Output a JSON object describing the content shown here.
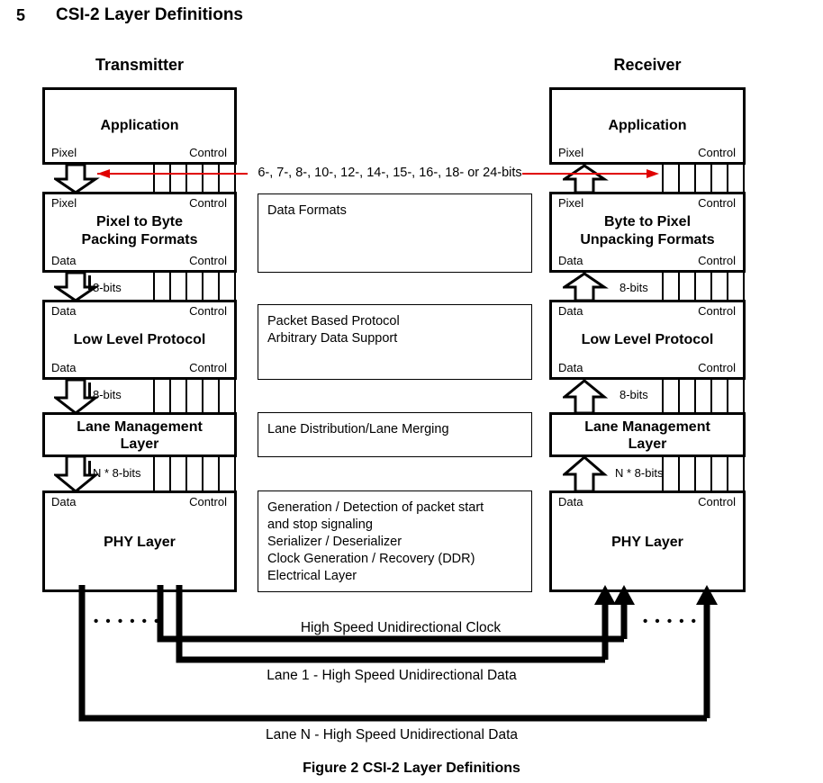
{
  "heading": {
    "number": "5",
    "title": "CSI-2 Layer Definitions"
  },
  "columns": {
    "transmitter": "Transmitter",
    "receiver": "Receiver"
  },
  "ports": {
    "pixel": "Pixel",
    "control": "Control",
    "data": "Data"
  },
  "transmitter": {
    "layers": [
      {
        "name": "Application",
        "line1": "Application",
        "line2": "",
        "tl": "",
        "tr": "",
        "bl": "Pixel",
        "br": "Control"
      },
      {
        "name": "Pixel to Byte Packing Formats",
        "line1": "Pixel to Byte",
        "line2": "Packing Formats",
        "tl": "Pixel",
        "tr": "Control",
        "bl": "Data",
        "br": "Control"
      },
      {
        "name": "Low Level Protocol",
        "line1": "Low Level Protocol",
        "line2": "",
        "tl": "Data",
        "tr": "Control",
        "bl": "Data",
        "br": "Control"
      },
      {
        "name": "Lane Management Layer",
        "line1": "Lane Management",
        "line2": "Layer",
        "tl": "",
        "tr": "",
        "bl": "",
        "br": ""
      },
      {
        "name": "PHY Layer",
        "line1": "PHY Layer",
        "line2": "",
        "tl": "Data",
        "tr": "Control",
        "bl": "",
        "br": ""
      }
    ],
    "bus_labels": [
      "8-bits",
      "8-bits",
      "N * 8-bits"
    ]
  },
  "receiver": {
    "layers": [
      {
        "name": "Application",
        "line1": "Application",
        "line2": "",
        "tl": "",
        "tr": "",
        "bl": "Pixel",
        "br": "Control"
      },
      {
        "name": "Byte to Pixel Unpacking Formats",
        "line1": "Byte to Pixel",
        "line2": "Unpacking Formats",
        "tl": "Pixel",
        "tr": "Control",
        "bl": "Data",
        "br": "Control"
      },
      {
        "name": "Low Level Protocol",
        "line1": "Low Level Protocol",
        "line2": "",
        "tl": "Data",
        "tr": "Control",
        "bl": "Data",
        "br": "Control"
      },
      {
        "name": "Lane Management Layer",
        "line1": "Lane Management",
        "line2": "Layer",
        "tl": "",
        "tr": "",
        "bl": "",
        "br": ""
      },
      {
        "name": "PHY Layer",
        "line1": "PHY Layer",
        "line2": "",
        "tl": "Data",
        "tr": "Control",
        "bl": "",
        "br": ""
      }
    ],
    "bus_labels": [
      "8-bits",
      "8-bits",
      "N * 8-bits"
    ]
  },
  "descriptions": [
    {
      "name": "data-formats",
      "lines": [
        "Data Formats"
      ]
    },
    {
      "name": "low-level-protocol",
      "lines": [
        "Packet Based Protocol",
        "Arbitrary Data Support"
      ]
    },
    {
      "name": "lane-management",
      "lines": [
        "Lane Distribution/Lane Merging"
      ]
    },
    {
      "name": "phy",
      "lines": [
        "Generation / Detection of packet start",
        "and stop signaling",
        "Serializer / Deserializer",
        "Clock Generation / Recovery (DDR)",
        "Electrical Layer"
      ]
    }
  ],
  "annotation": {
    "text": "6-, 7-, 8-, 10-, 12-, 14-, 15-, 16-, 18- or 24-bits",
    "color": "#e00000"
  },
  "links": [
    {
      "name": "clock",
      "label": "High Speed Unidirectional Clock"
    },
    {
      "name": "lane-1",
      "label": "Lane 1 - High Speed Unidirectional Data"
    },
    {
      "name": "lane-n",
      "label": "Lane N - High Speed Unidirectional Data"
    }
  ],
  "figure_caption": "Figure 2 CSI-2 Layer Definitions",
  "colors": {
    "line": "#000000",
    "accent": "#e00000",
    "background": "#ffffff"
  }
}
